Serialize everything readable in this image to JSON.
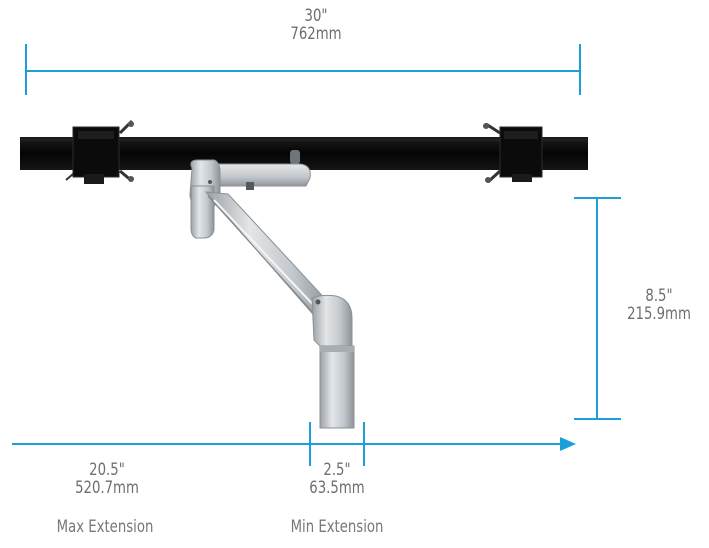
{
  "colors": {
    "dimension_line": "#1a9fd8",
    "label_text": "#6f6f6f",
    "bar": "#111111",
    "arm": "#c8cdd1"
  },
  "dimensions": {
    "width": {
      "inches": "30\"",
      "mm": "762mm"
    },
    "height": {
      "inches": "8.5\"",
      "mm": "215.9mm"
    },
    "max_extension": {
      "inches": "20.5\"",
      "mm": "520.7mm",
      "caption": "Max Extension"
    },
    "min_extension": {
      "inches": "2.5\"",
      "mm": "63.5mm",
      "caption": "Min Extension"
    }
  }
}
